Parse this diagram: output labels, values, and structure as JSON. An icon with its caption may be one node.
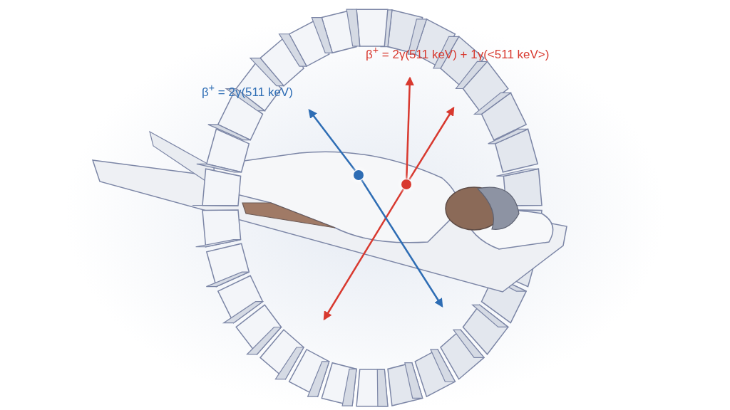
{
  "diagram": {
    "nodes": [
      {
        "text": [],
        "shape": "circle"
      },
      {
        "text": [],
        "shape": "circle"
      }
    ],
    "edges": [
      {
        "from": 0,
        "to": null,
        "arrow": "to",
        "color": "#2e6db4"
      },
      {
        "from": 1,
        "to": null,
        "arrow": "to",
        "color": "#d8392f"
      },
      {
        "from": 1,
        "to": null,
        "arrow": "to",
        "color": "#d8392f"
      },
      {
        "from": 1,
        "to": null,
        "arrow": "to",
        "color": "#d8392f"
      },
      {
        "from": 0,
        "to": null,
        "arrow": "to",
        "color": "#2e6db4"
      }
    ],
    "labels": [
      "β$^{+}$ = 2γ(511 keV) + 1γ(<511 keV>)",
      "β$^{+}$ = 2γ(511 keV)"
    ]
  }
}
